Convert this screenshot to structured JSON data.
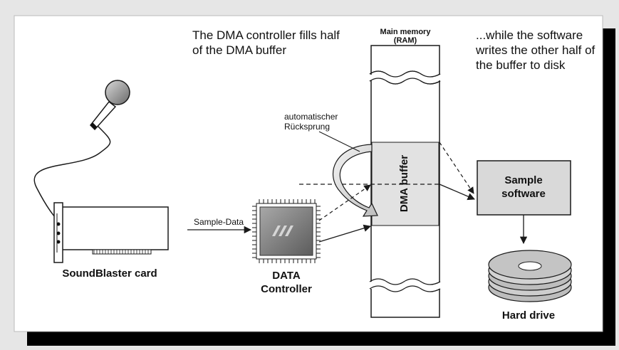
{
  "captions": {
    "dma_fill": "The DMA controller fills half of the DMA buffer",
    "software_writes": "...while the software writes the other half of the buffer to disk"
  },
  "labels": {
    "main_memory_line1": "Main memory",
    "main_memory_line2": "(RAM)",
    "dma_buffer": "DMA buffer",
    "auto_jump_line1": "automatischer",
    "auto_jump_line2": "Rücksprung",
    "sample_data": "Sample-Data",
    "soundblaster": "SoundBlaster card",
    "data_controller_line1": "DATA",
    "data_controller_line2": "Controller",
    "sample_software_line1": "Sample",
    "sample_software_line2": "software",
    "hard_drive": "Hard drive"
  },
  "colors": {
    "page_background": "#e6e6e6",
    "panel": "#ffffff",
    "shadow": "#000000",
    "buffer_fill": "#e2e2e2",
    "box_fill": "#d9d9d9",
    "chip_body": "#8a8a8a",
    "stroke": "#1a1a1a"
  }
}
